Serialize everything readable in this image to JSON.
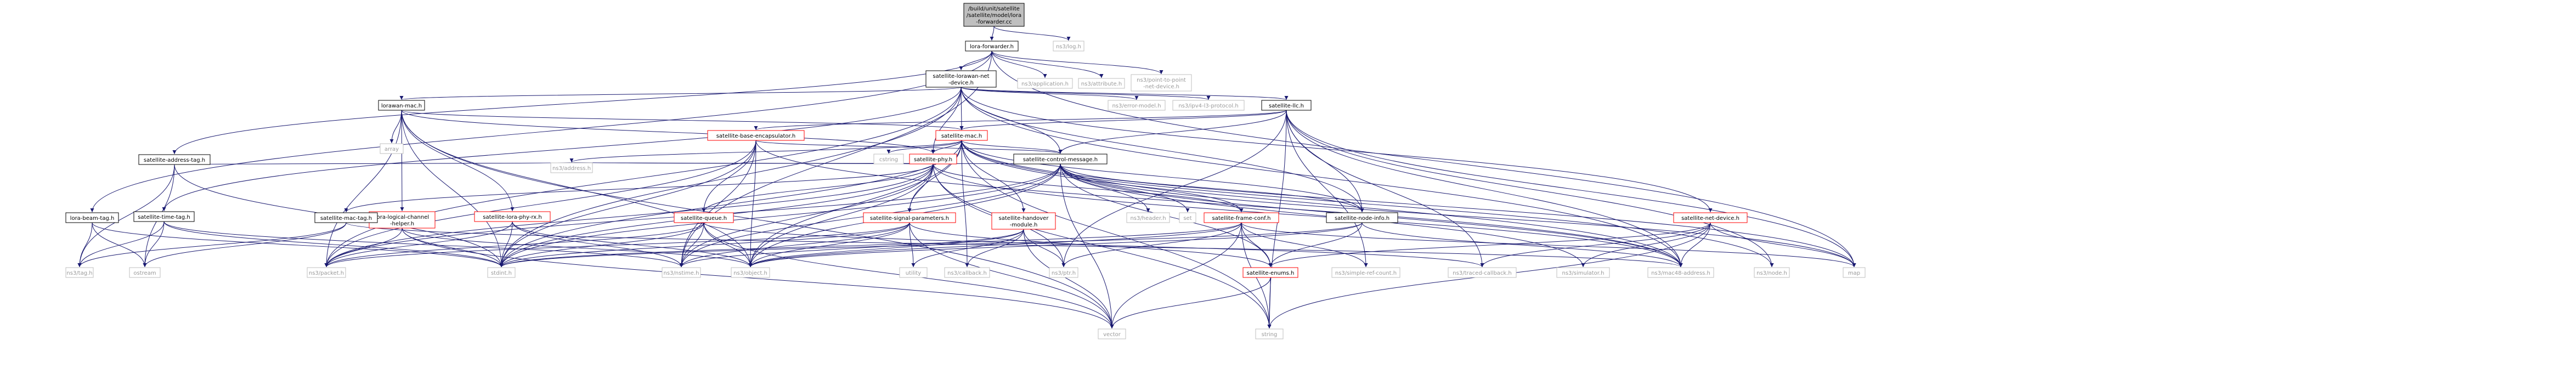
{
  "diagram": {
    "type": "include-dependency-graph",
    "colors": {
      "edge": "#191970",
      "node_border": "#000000",
      "root_fill": "#bfbfbf",
      "red_border": "#ff0000",
      "system_border": "#bfbfbf",
      "text": "#000000",
      "system_text": "#9a9a9a"
    },
    "nodes": [
      {
        "id": "root",
        "lines": [
          "/build/unit/satellite",
          "/satellite/model/lora",
          "-forwarder.cc"
        ],
        "kind": "root"
      },
      {
        "id": "lora_forwarder",
        "lines": [
          "lora-forwarder.h"
        ],
        "kind": "local"
      },
      {
        "id": "ns3_log",
        "lines": [
          "ns3/log.h"
        ],
        "kind": "sys"
      },
      {
        "id": "lorawan_netdev",
        "lines": [
          "satellite-lorawan-net",
          "-device.h"
        ],
        "kind": "local"
      },
      {
        "id": "ns3_application",
        "lines": [
          "ns3/application.h"
        ],
        "kind": "sys"
      },
      {
        "id": "ns3_attribute",
        "lines": [
          "ns3/attribute.h"
        ],
        "kind": "sys"
      },
      {
        "id": "ns3_p2p",
        "lines": [
          "ns3/point-to-point",
          "-net-device.h"
        ],
        "kind": "sys"
      },
      {
        "id": "lorawan_mac",
        "lines": [
          "lorawan-mac.h"
        ],
        "kind": "local"
      },
      {
        "id": "ns3_error_model",
        "lines": [
          "ns3/error-model.h"
        ],
        "kind": "sys"
      },
      {
        "id": "ns3_ipv4_l3",
        "lines": [
          "ns3/ipv4-l3-protocol.h"
        ],
        "kind": "sys"
      },
      {
        "id": "sat_llc",
        "lines": [
          "satellite-llc.h"
        ],
        "kind": "local"
      },
      {
        "id": "sat_address_tag",
        "lines": [
          "satellite-address-tag.h"
        ],
        "kind": "local"
      },
      {
        "id": "array",
        "lines": [
          "array"
        ],
        "kind": "sys"
      },
      {
        "id": "sat_mac",
        "lines": [
          "satellite-mac.h"
        ],
        "kind": "red"
      },
      {
        "id": "sat_base_encap",
        "lines": [
          "satellite-base-encapsulator.h"
        ],
        "kind": "red"
      },
      {
        "id": "lora_beam_tag",
        "lines": [
          "lora-beam-tag.h"
        ],
        "kind": "local"
      },
      {
        "id": "sat_time_tag",
        "lines": [
          "satellite-time-tag.h"
        ],
        "kind": "local"
      },
      {
        "id": "lora_logical",
        "lines": [
          "lora-logical-channel",
          "-helper.h"
        ],
        "kind": "red"
      },
      {
        "id": "sat_lora_phy_rx",
        "lines": [
          "satellite-lora-phy-rx.h"
        ],
        "kind": "red"
      },
      {
        "id": "sat_phy",
        "lines": [
          "satellite-phy.h"
        ],
        "kind": "red"
      },
      {
        "id": "cstring",
        "lines": [
          "cstring"
        ],
        "kind": "sys"
      },
      {
        "id": "sat_control_msg",
        "lines": [
          "satellite-control-message.h"
        ],
        "kind": "local"
      },
      {
        "id": "sat_mac_tag",
        "lines": [
          "satellite-mac-tag.h"
        ],
        "kind": "local"
      },
      {
        "id": "sat_queue",
        "lines": [
          "satellite-queue.h"
        ],
        "kind": "red"
      },
      {
        "id": "sat_signal_params",
        "lines": [
          "satellite-signal-parameters.h"
        ],
        "kind": "red"
      },
      {
        "id": "sat_handover",
        "lines": [
          "satellite-handover",
          "-module.h"
        ],
        "kind": "red"
      },
      {
        "id": "ns3_header",
        "lines": [
          "ns3/header.h"
        ],
        "kind": "sys"
      },
      {
        "id": "set",
        "lines": [
          "set"
        ],
        "kind": "sys"
      },
      {
        "id": "sat_frame_conf",
        "lines": [
          "satellite-frame-conf.h"
        ],
        "kind": "red"
      },
      {
        "id": "sat_node_info",
        "lines": [
          "satellite-node-info.h"
        ],
        "kind": "local"
      },
      {
        "id": "sat_net_device",
        "lines": [
          "satellite-net-device.h"
        ],
        "kind": "red"
      },
      {
        "id": "ns3_address",
        "lines": [
          "ns3/address.h"
        ],
        "kind": "sys"
      },
      {
        "id": "ns3_tag",
        "lines": [
          "ns3/tag.h"
        ],
        "kind": "sys"
      },
      {
        "id": "ostream",
        "lines": [
          "ostream"
        ],
        "kind": "sys"
      },
      {
        "id": "ns3_packet",
        "lines": [
          "ns3/packet.h"
        ],
        "kind": "sys"
      },
      {
        "id": "stdint",
        "lines": [
          "stdint.h"
        ],
        "kind": "sys"
      },
      {
        "id": "ns3_nstime",
        "lines": [
          "ns3/nstime.h"
        ],
        "kind": "sys"
      },
      {
        "id": "ns3_object",
        "lines": [
          "ns3/object.h"
        ],
        "kind": "sys"
      },
      {
        "id": "utility",
        "lines": [
          "utility"
        ],
        "kind": "sys"
      },
      {
        "id": "ns3_callback",
        "lines": [
          "ns3/callback.h"
        ],
        "kind": "sys"
      },
      {
        "id": "ns3_ptr",
        "lines": [
          "ns3/ptr.h"
        ],
        "kind": "sys"
      },
      {
        "id": "sat_enums",
        "lines": [
          "satellite-enums.h"
        ],
        "kind": "red"
      },
      {
        "id": "ns3_simple_ref",
        "lines": [
          "ns3/simple-ref-count.h"
        ],
        "kind": "sys"
      },
      {
        "id": "ns3_traced_cb",
        "lines": [
          "ns3/traced-callback.h"
        ],
        "kind": "sys"
      },
      {
        "id": "ns3_simulator",
        "lines": [
          "ns3/simulator.h"
        ],
        "kind": "sys"
      },
      {
        "id": "ns3_mac48",
        "lines": [
          "ns3/mac48-address.h"
        ],
        "kind": "sys"
      },
      {
        "id": "ns3_node",
        "lines": [
          "ns3/node.h"
        ],
        "kind": "sys"
      },
      {
        "id": "map",
        "lines": [
          "map"
        ],
        "kind": "sys"
      },
      {
        "id": "vector",
        "lines": [
          "vector"
        ],
        "kind": "sys"
      },
      {
        "id": "string",
        "lines": [
          "string"
        ],
        "kind": "sys"
      }
    ],
    "edges": [
      [
        "root",
        "lora_forwarder"
      ],
      [
        "root",
        "ns3_log"
      ],
      [
        "lora_forwarder",
        "lorawan_netdev"
      ],
      [
        "lora_forwarder",
        "ns3_application"
      ],
      [
        "lora_forwarder",
        "ns3_attribute"
      ],
      [
        "lora_forwarder",
        "ns3_p2p"
      ],
      [
        "lora_forwarder",
        "lora_beam_tag"
      ],
      [
        "lora_forwarder",
        "sat_address_tag"
      ],
      [
        "lora_forwarder",
        "ns3_nstime"
      ],
      [
        "lora_forwarder",
        "map"
      ],
      [
        "lorawan_netdev",
        "lorawan_mac"
      ],
      [
        "lorawan_netdev",
        "ns3_error_model"
      ],
      [
        "lorawan_netdev",
        "ns3_ipv4_l3"
      ],
      [
        "lorawan_netdev",
        "sat_llc"
      ],
      [
        "lorawan_netdev",
        "sat_mac"
      ],
      [
        "lorawan_netdev",
        "sat_phy"
      ],
      [
        "lorawan_netdev",
        "sat_control_msg"
      ],
      [
        "lorawan_netdev",
        "sat_net_device"
      ],
      [
        "lorawan_netdev",
        "sat_node_info"
      ],
      [
        "lorawan_netdev",
        "ns3_mac48"
      ],
      [
        "lorawan_netdev",
        "sat_time_tag"
      ],
      [
        "lorawan_netdev",
        "stdint"
      ],
      [
        "lorawan_netdev",
        "ns3_packet"
      ],
      [
        "lorawan_mac",
        "array"
      ],
      [
        "lorawan_mac",
        "sat_mac"
      ],
      [
        "lorawan_mac",
        "lora_logical"
      ],
      [
        "lorawan_mac",
        "sat_lora_phy_rx"
      ],
      [
        "lorawan_mac",
        "sat_phy"
      ],
      [
        "lorawan_mac",
        "ns3_packet"
      ],
      [
        "lorawan_mac",
        "ns3_object"
      ],
      [
        "lorawan_mac",
        "stdint"
      ],
      [
        "lorawan_mac",
        "vector"
      ],
      [
        "sat_llc",
        "sat_base_encap"
      ],
      [
        "sat_llc",
        "sat_mac"
      ],
      [
        "sat_llc",
        "sat_control_msg"
      ],
      [
        "sat_llc",
        "sat_node_info"
      ],
      [
        "sat_llc",
        "ns3_mac48"
      ],
      [
        "sat_llc",
        "map"
      ],
      [
        "sat_llc",
        "string"
      ],
      [
        "sat_llc",
        "ns3_ptr"
      ],
      [
        "sat_llc",
        "ns3_traced_cb"
      ],
      [
        "sat_llc",
        "ns3_simple_ref"
      ],
      [
        "sat_llc",
        "ns3_node"
      ],
      [
        "sat_address_tag",
        "ns3_tag"
      ],
      [
        "sat_address_tag",
        "ostream"
      ],
      [
        "sat_address_tag",
        "ns3_address"
      ],
      [
        "sat_address_tag",
        "stdint"
      ],
      [
        "sat_mac",
        "cstring"
      ],
      [
        "sat_mac",
        "sat_phy"
      ],
      [
        "sat_mac",
        "sat_control_msg"
      ],
      [
        "sat_mac",
        "sat_signal_params"
      ],
      [
        "sat_mac",
        "sat_handover"
      ],
      [
        "sat_mac",
        "sat_node_info"
      ],
      [
        "sat_mac",
        "ns3_address"
      ],
      [
        "sat_mac",
        "ns3_callback"
      ],
      [
        "sat_mac",
        "ns3_mac48"
      ],
      [
        "sat_mac",
        "ns3_object"
      ],
      [
        "sat_mac",
        "ns3_node"
      ],
      [
        "sat_mac",
        "stdint"
      ],
      [
        "sat_mac",
        "map"
      ],
      [
        "sat_mac",
        "string"
      ],
      [
        "sat_base_encap",
        "sat_queue"
      ],
      [
        "sat_base_encap",
        "sat_control_msg"
      ],
      [
        "sat_base_encap",
        "ns3_object"
      ],
      [
        "sat_base_encap",
        "ns3_packet"
      ],
      [
        "sat_base_encap",
        "ns3_nstime"
      ],
      [
        "sat_base_encap",
        "stdint"
      ],
      [
        "sat_base_encap",
        "ns3_mac48"
      ],
      [
        "lora_beam_tag",
        "ns3_tag"
      ],
      [
        "lora_beam_tag",
        "ostream"
      ],
      [
        "lora_beam_tag",
        "stdint"
      ],
      [
        "sat_time_tag",
        "ns3_tag"
      ],
      [
        "sat_time_tag",
        "ostream"
      ],
      [
        "sat_time_tag",
        "ns3_nstime"
      ],
      [
        "sat_time_tag",
        "stdint"
      ],
      [
        "lora_logical",
        "ns3_packet"
      ],
      [
        "lora_logical",
        "stdint"
      ],
      [
        "lora_logical",
        "vector"
      ],
      [
        "lora_logical",
        "ns3_object"
      ],
      [
        "sat_lora_phy_rx",
        "ns3_packet"
      ],
      [
        "sat_lora_phy_rx",
        "stdint"
      ],
      [
        "sat_lora_phy_rx",
        "ns3_nstime"
      ],
      [
        "sat_lora_phy_rx",
        "ns3_object"
      ],
      [
        "sat_phy",
        "sat_mac_tag"
      ],
      [
        "sat_phy",
        "sat_queue"
      ],
      [
        "sat_phy",
        "sat_signal_params"
      ],
      [
        "sat_phy",
        "sat_frame_conf"
      ],
      [
        "sat_phy",
        "ns3_address"
      ],
      [
        "sat_phy",
        "ns3_packet"
      ],
      [
        "sat_phy",
        "stdint"
      ],
      [
        "sat_phy",
        "ns3_nstime"
      ],
      [
        "sat_phy",
        "ns3_object"
      ],
      [
        "sat_phy",
        "ns3_ptr"
      ],
      [
        "sat_phy",
        "ns3_mac48"
      ],
      [
        "sat_phy",
        "string"
      ],
      [
        "sat_control_msg",
        "ns3_header"
      ],
      [
        "sat_control_msg",
        "set"
      ],
      [
        "sat_control_msg",
        "sat_frame_conf"
      ],
      [
        "sat_control_msg",
        "sat_node_info"
      ],
      [
        "sat_control_msg",
        "sat_enums"
      ],
      [
        "sat_control_msg",
        "ns3_address"
      ],
      [
        "sat_control_msg",
        "ns3_object"
      ],
      [
        "sat_control_msg",
        "ns3_packet"
      ],
      [
        "sat_control_msg",
        "stdint"
      ],
      [
        "sat_control_msg",
        "ns3_nstime"
      ],
      [
        "sat_control_msg",
        "ns3_mac48"
      ],
      [
        "sat_control_msg",
        "map"
      ],
      [
        "sat_control_msg",
        "vector"
      ],
      [
        "sat_control_msg",
        "ns3_simulator"
      ],
      [
        "sat_mac_tag",
        "ns3_tag"
      ],
      [
        "sat_mac_tag",
        "ostream"
      ],
      [
        "sat_mac_tag",
        "ns3_mac48"
      ],
      [
        "sat_queue",
        "ns3_nstime"
      ],
      [
        "sat_queue",
        "stdint"
      ],
      [
        "sat_queue",
        "ns3_packet"
      ],
      [
        "sat_queue",
        "ns3_object"
      ],
      [
        "sat_queue",
        "vector"
      ],
      [
        "sat_queue",
        "ns3_traced_cb"
      ],
      [
        "sat_signal_params",
        "ns3_object"
      ],
      [
        "sat_signal_params",
        "ns3_nstime"
      ],
      [
        "sat_signal_params",
        "stdint"
      ],
      [
        "sat_signal_params",
        "ns3_packet"
      ],
      [
        "sat_signal_params",
        "utility"
      ],
      [
        "sat_signal_params",
        "vector"
      ],
      [
        "sat_signal_params",
        "sat_enums"
      ],
      [
        "sat_handover",
        "ns3_callback"
      ],
      [
        "sat_handover",
        "ns3_ptr"
      ],
      [
        "sat_handover",
        "ns3_object"
      ],
      [
        "sat_handover",
        "utility"
      ],
      [
        "sat_handover",
        "vector"
      ],
      [
        "sat_handover",
        "ns3_nstime"
      ],
      [
        "sat_frame_conf",
        "sat_enums"
      ],
      [
        "sat_frame_conf",
        "ns3_simple_ref"
      ],
      [
        "sat_frame_conf",
        "ns3_ptr"
      ],
      [
        "sat_frame_conf",
        "ns3_object"
      ],
      [
        "sat_frame_conf",
        "vector"
      ],
      [
        "sat_frame_conf",
        "stdint"
      ],
      [
        "sat_frame_conf",
        "string"
      ],
      [
        "sat_frame_conf",
        "map"
      ],
      [
        "sat_node_info",
        "sat_enums"
      ],
      [
        "sat_node_info",
        "ns3_mac48"
      ],
      [
        "sat_node_info",
        "ns3_object"
      ],
      [
        "sat_node_info",
        "stdint"
      ],
      [
        "sat_net_device",
        "ns3_traced_cb"
      ],
      [
        "sat_net_device",
        "ns3_simulator"
      ],
      [
        "sat_net_device",
        "ns3_mac48"
      ],
      [
        "sat_net_device",
        "sat_enums"
      ],
      [
        "sat_net_device",
        "string"
      ],
      [
        "sat_net_device",
        "map"
      ],
      [
        "sat_enums",
        "string"
      ],
      [
        "sat_enums",
        "vector"
      ]
    ]
  }
}
